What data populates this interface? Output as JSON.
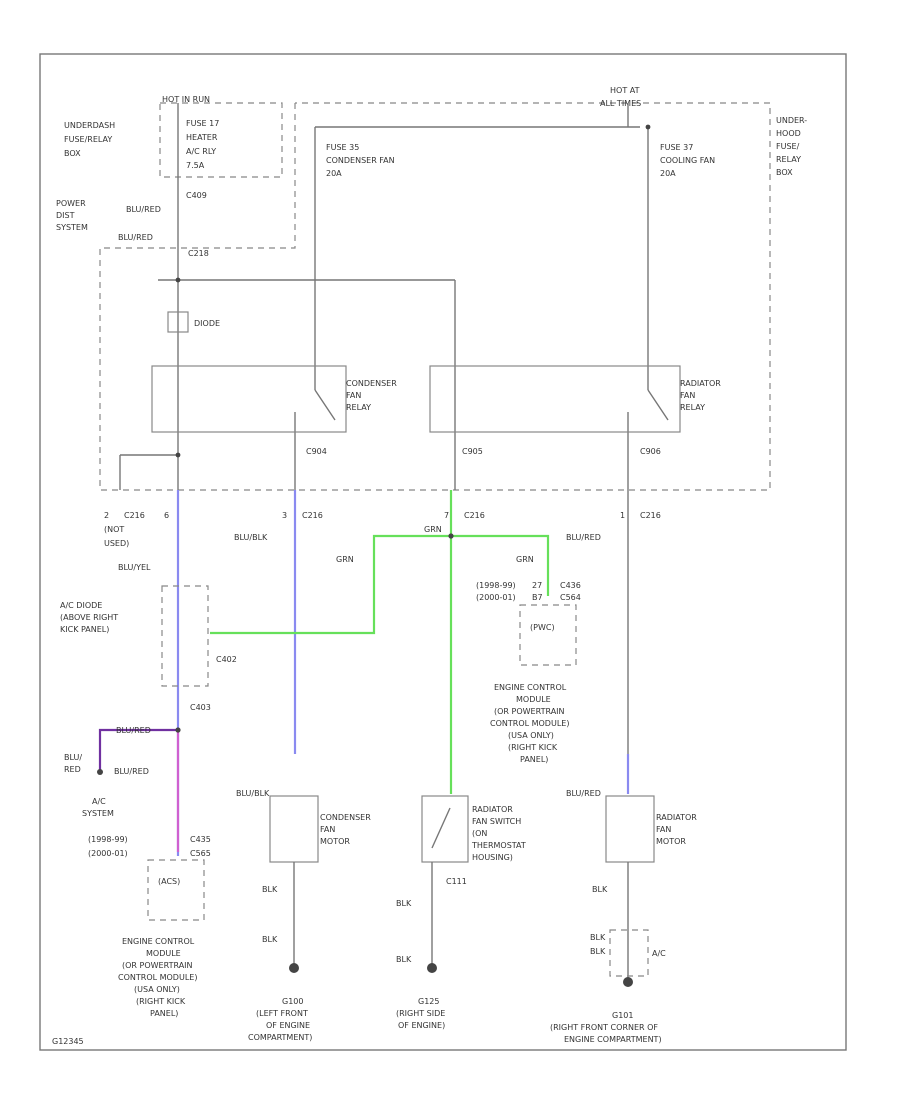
{
  "frame": {
    "id_code": "G12345"
  },
  "colors": {
    "wire": "#777777",
    "grn": "#66e05a",
    "blu": "#8a8af0",
    "pink": "#d060d0",
    "purple": "#7030a0",
    "olive": "#b8b860"
  },
  "labels": {
    "underdash_box": [
      "UNDERDASH",
      "FUSE/RELAY",
      "BOX"
    ],
    "hot_in_run": "HOT IN RUN",
    "fuse17": [
      "FUSE 17",
      "HEATER",
      "A/C RLY",
      "7.5A"
    ],
    "c409": "C409",
    "power_dist": [
      "POWER",
      "DIST",
      "SYSTEM"
    ],
    "blu_red_a": "BLU/RED",
    "blu_red_b": "BLU/RED",
    "c218": "C218",
    "hot_at_all_times": [
      "HOT AT",
      "ALL TIMES"
    ],
    "underhood_box": [
      "UNDER-",
      "HOOD",
      "FUSE/",
      "RELAY",
      "BOX"
    ],
    "fuse35": [
      "FUSE 35",
      "CONDENSER FAN",
      "20A"
    ],
    "fuse37": [
      "FUSE 37",
      "COOLING FAN",
      "20A"
    ],
    "diode": "DIODE",
    "cond_relay": [
      "CONDENSER",
      "FAN",
      "RELAY"
    ],
    "rad_relay": [
      "RADIATOR",
      "FAN",
      "RELAY"
    ],
    "c904": "C904",
    "c905": "C905",
    "c906": "C906",
    "c216_notused": [
      "2",
      "C216",
      "6",
      "(NOT",
      "USED)"
    ],
    "c216_3": [
      "3",
      "C216"
    ],
    "c216_7": [
      "7",
      "C216"
    ],
    "c216_1": [
      "1",
      "C216"
    ],
    "blu_blk": "BLU/BLK",
    "grn_top": "GRN",
    "grn_mid": "GRN",
    "grn_low": "GRN",
    "blu_red_c": "BLU/RED",
    "blu_yel": "BLU/YEL",
    "ac_diode": [
      "A/C DIODE",
      "(ABOVE RIGHT",
      "KICK PANEL)"
    ],
    "c402": "C402",
    "c403": "C403",
    "ecm_right": [
      "(1998-99)",
      "27",
      "C436",
      "(2000-01)",
      "B7",
      "C564"
    ],
    "pwc": "(PWC)",
    "ecm_right_text": [
      "ENGINE CONTROL",
      "MODULE",
      "(OR POWERTRAIN",
      "CONTROL MODULE)",
      "(USA ONLY)",
      "(RIGHT KICK",
      "PANEL)"
    ],
    "blu_red_d": "BLU/RED",
    "blu_red_e": "BLU/RED",
    "blu_red_f": "BLU/",
    "red": "RED",
    "ac_system": [
      "A/C",
      "SYSTEM"
    ],
    "ecm_left": [
      "(1998-99)",
      "(2000-01)",
      "C435",
      "C565"
    ],
    "acs": "(ACS)",
    "ecm_left_text": [
      "ENGINE CONTROL",
      "MODULE",
      "(OR POWERTRAIN",
      "CONTROL MODULE)",
      "(USA ONLY)",
      "(RIGHT KICK",
      "PANEL)"
    ],
    "blu_blk_b": "BLU/BLK",
    "cond_motor": [
      "CONDENSER",
      "FAN",
      "MOTOR"
    ],
    "rad_switch": [
      "RADIATOR",
      "FAN SWITCH",
      "(ON",
      "THERMOSTAT",
      "HOUSING)"
    ],
    "c111": "C111",
    "blu_red_g": "BLU/RED",
    "rad_motor": [
      "RADIATOR",
      "FAN",
      "MOTOR"
    ],
    "blk_labels": [
      "BLK",
      "BLK",
      "BLK",
      "BLK",
      "BLK",
      "BLK",
      "BLK"
    ],
    "g100": [
      "G100",
      "(LEFT FRONT",
      "OF ENGINE",
      "COMPARTMENT)"
    ],
    "g125": [
      "G125",
      "(RIGHT SIDE",
      "OF ENGINE)"
    ],
    "g101": [
      "G101",
      "(RIGHT FRONT CORNER OF",
      "ENGINE COMPARTMENT)"
    ],
    "ac_label": "A/C"
  }
}
